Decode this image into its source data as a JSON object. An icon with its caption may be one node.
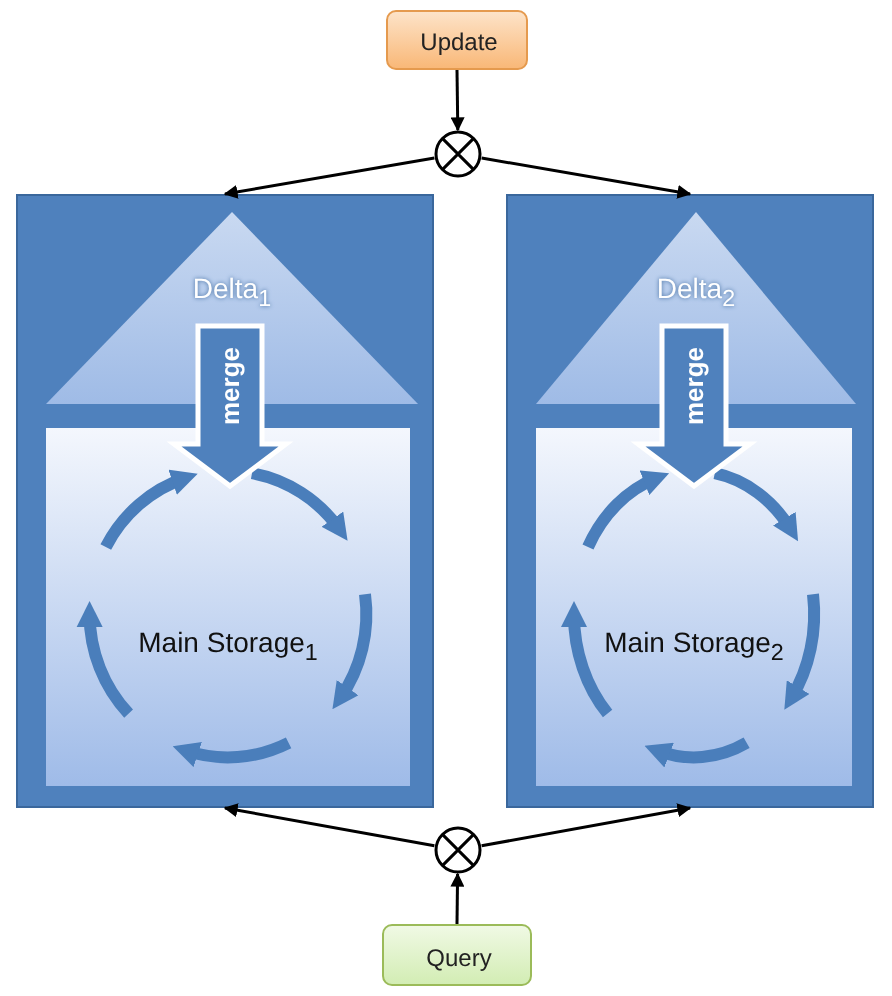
{
  "diagram": {
    "nodes": [
      {
        "text": [
          "Update"
        ]
      },
      {
        "text": [],
        "shape": "circle"
      },
      {
        "text": [],
        "shape": "box"
      },
      {
        "text": [
          "Delta$_{1}$"
        ],
        "in": 2
      },
      {
        "text": [
          "Main Storage$_{1}$"
        ],
        "in": 2
      },
      {
        "text": [],
        "shape": "box"
      },
      {
        "text": [
          "Delta$_{2}$"
        ],
        "in": 5
      },
      {
        "text": [
          "Main Storage$_{2}$"
        ],
        "in": 5
      },
      {
        "text": [],
        "shape": "circle"
      },
      {
        "text": [
          "Query"
        ]
      }
    ],
    "edges": [
      {
        "from": 0,
        "to": 1,
        "arrow": "to"
      },
      {
        "from": 1,
        "to": 2,
        "arrow": "to"
      },
      {
        "from": 1,
        "to": 5,
        "arrow": "to"
      },
      {
        "from": 3,
        "to": 4,
        "arrow": "to",
        "label": "merge",
        "style": "thick"
      },
      {
        "from": 6,
        "to": 7,
        "arrow": "to",
        "label": "merge",
        "style": "thick"
      },
      {
        "from": 8,
        "to": 2,
        "arrow": "to"
      },
      {
        "from": 8,
        "to": 5,
        "arrow": "to"
      },
      {
        "from": 9,
        "to": 8,
        "arrow": "to"
      }
    ]
  }
}
